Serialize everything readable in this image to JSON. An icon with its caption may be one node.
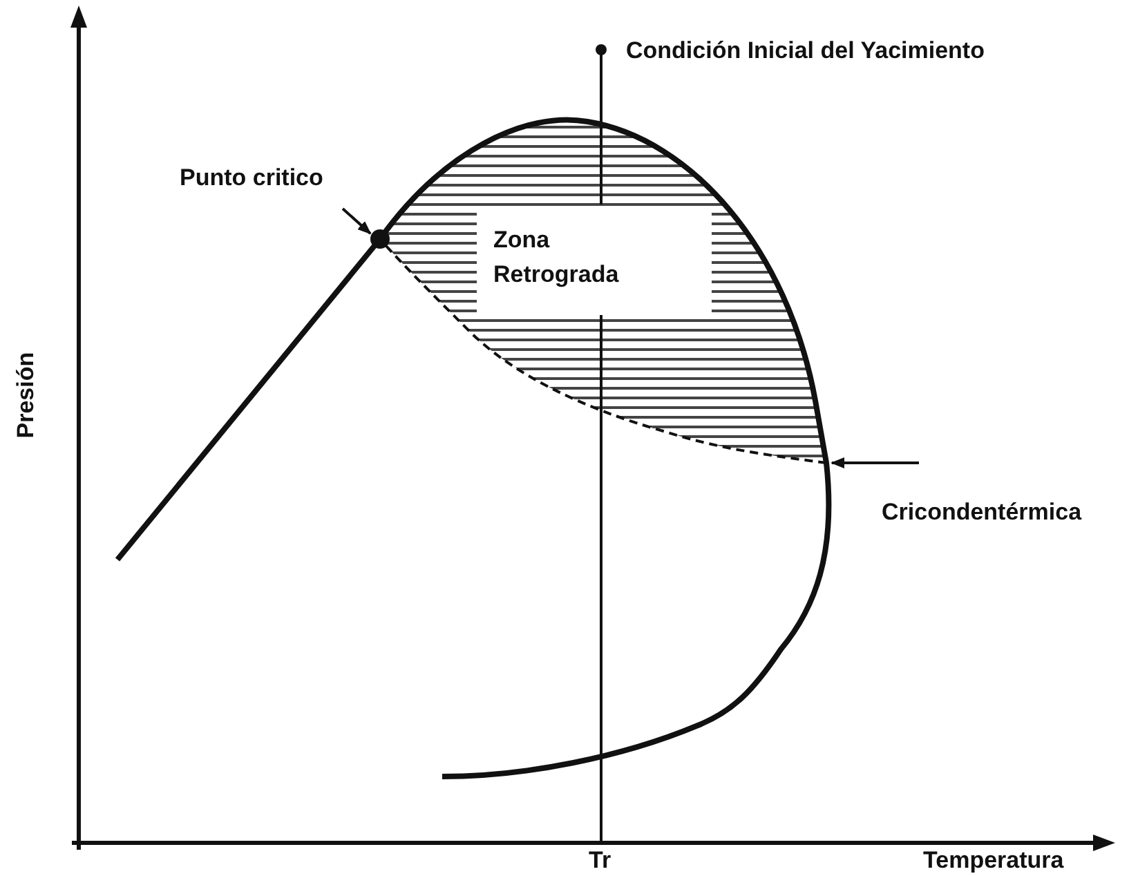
{
  "diagram": {
    "nodes": [
      {
        "text": [
          "Punto critico"
        ]
      },
      {
        "text": [],
        "shape": "circle"
      },
      {
        "text": [
          "Cricondentérmica"
        ]
      }
    ],
    "edges": [
      {
        "from": 0,
        "to": 1,
        "arrow": "to"
      },
      {
        "from": 2,
        "to": null,
        "arrow": "to"
      }
    ],
    "labels": [
      "Condición Inicial del Yacimiento",
      "Zona Retrograda",
      "Presión",
      "Tr",
      "Temperatura"
    ]
  }
}
